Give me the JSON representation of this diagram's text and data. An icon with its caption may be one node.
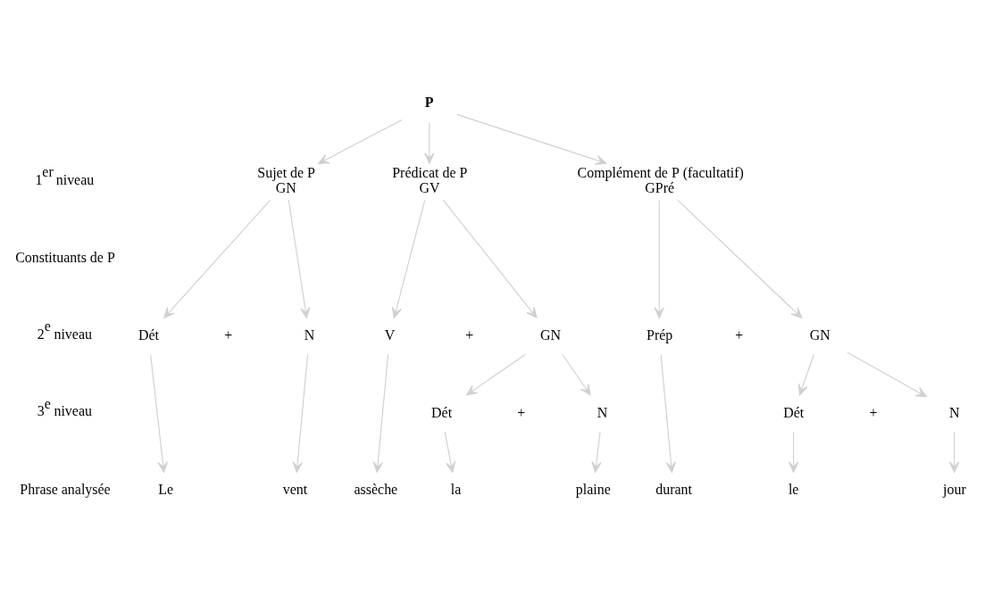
{
  "diagram": {
    "nodes": [
      {
        "text": [
          "P"
        ]
      },
      {
        "text": [
          "Sujet de P",
          "GN"
        ]
      },
      {
        "text": [
          "Prédicat de P",
          "GV"
        ]
      },
      {
        "text": [
          "Complément de P (facultatif)",
          "GPré"
        ]
      },
      {
        "text": [
          "Dét"
        ]
      },
      {
        "text": [
          "N"
        ]
      },
      {
        "text": [
          "V"
        ]
      },
      {
        "text": [
          "GN"
        ]
      },
      {
        "text": [
          "Prép"
        ]
      },
      {
        "text": [
          "GN"
        ]
      },
      {
        "text": [
          "Dét"
        ]
      },
      {
        "text": [
          "N"
        ]
      },
      {
        "text": [
          "Dét"
        ]
      },
      {
        "text": [
          "N"
        ]
      },
      {
        "text": [
          "Le"
        ]
      },
      {
        "text": [
          "vent"
        ]
      },
      {
        "text": [
          "assèche"
        ]
      },
      {
        "text": [
          "la"
        ]
      },
      {
        "text": [
          "plaine"
        ]
      },
      {
        "text": [
          "durant"
        ]
      },
      {
        "text": [
          "le"
        ]
      },
      {
        "text": [
          "jour"
        ]
      }
    ],
    "edges": [
      {
        "from": 0,
        "to": 1,
        "arrow": "to"
      },
      {
        "from": 0,
        "to": 2,
        "arrow": "to"
      },
      {
        "from": 0,
        "to": 3,
        "arrow": "to"
      },
      {
        "from": 1,
        "to": 4,
        "arrow": "to"
      },
      {
        "from": 1,
        "to": 5,
        "arrow": "to"
      },
      {
        "from": 2,
        "to": 6,
        "arrow": "to"
      },
      {
        "from": 2,
        "to": 7,
        "arrow": "to"
      },
      {
        "from": 3,
        "to": 8,
        "arrow": "to"
      },
      {
        "from": 3,
        "to": 9,
        "arrow": "to"
      },
      {
        "from": 4,
        "to": 14,
        "arrow": "to"
      },
      {
        "from": 5,
        "to": 15,
        "arrow": "to"
      },
      {
        "from": 6,
        "to": 16,
        "arrow": "to"
      },
      {
        "from": 7,
        "to": 10,
        "arrow": "to"
      },
      {
        "from": 7,
        "to": 11,
        "arrow": "to"
      },
      {
        "from": 8,
        "to": 19,
        "arrow": "to"
      },
      {
        "from": 9,
        "to": 12,
        "arrow": "to"
      },
      {
        "from": 9,
        "to": 13,
        "arrow": "to"
      },
      {
        "from": 10,
        "to": 17,
        "arrow": "to"
      },
      {
        "from": 11,
        "to": 18,
        "arrow": "to"
      },
      {
        "from": 12,
        "to": 20,
        "arrow": "to"
      },
      {
        "from": 13,
        "to": 21,
        "arrow": "to"
      }
    ],
    "labels": [
      "1$^{er}$ niveau",
      "Constituants de P",
      "2$^{e}$ niveau",
      "+",
      "+",
      "+",
      "3$^{e}$ niveau",
      "+",
      "+",
      "Phrase analysée"
    ]
  }
}
